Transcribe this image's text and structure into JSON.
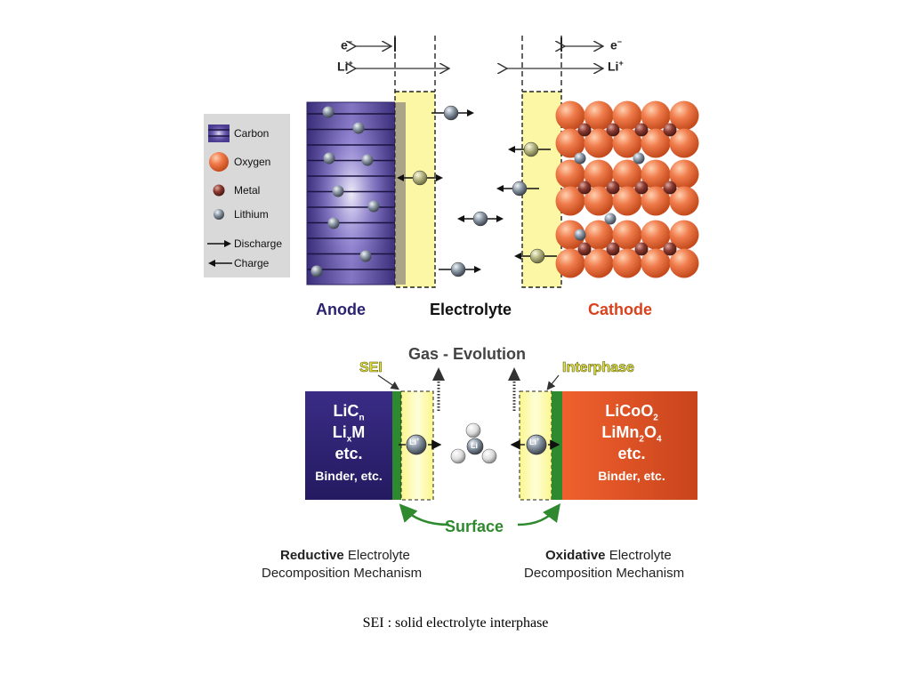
{
  "top": {
    "e_label": "e",
    "e_sup": "−",
    "li_label": "Li",
    "li_sup": "+",
    "anode": "Anode",
    "electrolyte": "Electrolyte",
    "cathode": "Cathode"
  },
  "legend": [
    {
      "icon": "carbon-swatch",
      "label": "Carbon"
    },
    {
      "icon": "oxygen-sphere",
      "label": "Oxygen"
    },
    {
      "icon": "metal-sphere",
      "label": "Metal"
    },
    {
      "icon": "lithium-sphere",
      "label": "Lithium"
    },
    {
      "icon": "arrow-right",
      "label": "Discharge"
    },
    {
      "icon": "arrow-left",
      "label": "Charge"
    }
  ],
  "bottom": {
    "gas_evolution": "Gas - Evolution",
    "sei": "SEI",
    "interphase": "Interphase",
    "surface": "Surface",
    "li_ion": "Li",
    "li_ion_sup": "+",
    "solvated_li": "Li",
    "anode_lines": [
      "LiC",
      "n",
      "Li",
      "x",
      "M",
      "etc.",
      "Binder, etc."
    ],
    "cathode_lines": [
      "LiCoO",
      "2",
      "LiMn",
      "2",
      "O",
      "4",
      "etc.",
      "Binder, etc."
    ],
    "reductive_bold": "Reductive",
    "reductive_rest": " Electrolyte",
    "reductive_line2": "Decomposition Mechanism",
    "oxidative_bold": "Oxidative",
    "oxidative_rest": " Electrolyte",
    "oxidative_line2": "Decomposition Mechanism"
  },
  "caption": "SEI : solid electrolyte interphase",
  "colors": {
    "anode": "#3a2a78",
    "cathode": "#e0562a",
    "sei": "#fdfbb0",
    "green": "#2f8a2f",
    "oxygen": "#ec7a4a",
    "anode_text": "#2b2370",
    "cathode_text": "#d9421c"
  }
}
